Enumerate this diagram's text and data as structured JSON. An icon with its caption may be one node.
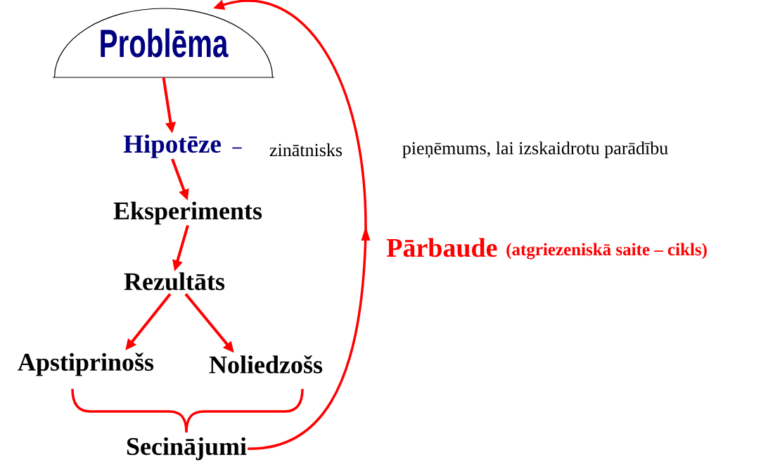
{
  "diagram": {
    "nodes": [
      {
        "text": [
          "Problēma"
        ]
      },
      {
        "text": [
          "Hipotēze"
        ],
        "beside": [
          "–",
          "zinātnisks",
          "pieņēmums, lai izskaidrotu parādību"
        ]
      },
      {
        "text": [
          "Eksperiments"
        ]
      },
      {
        "text": [
          "Rezultāts"
        ]
      },
      {
        "text": [
          "Apstiprinošs"
        ]
      },
      {
        "text": [
          "Noliedzošs"
        ]
      },
      {
        "text": [
          "Secinājumi"
        ]
      }
    ],
    "edges": [
      {
        "from": 0,
        "to": 1,
        "arrow": "to"
      },
      {
        "from": 1,
        "to": 2,
        "arrow": "to"
      },
      {
        "from": 2,
        "to": 3,
        "arrow": "to"
      },
      {
        "from": 3,
        "to": 4,
        "arrow": "to"
      },
      {
        "from": 3,
        "to": 5,
        "arrow": "to"
      },
      {
        "from": 6,
        "to": 0,
        "arrow": "to",
        "label": "Pārbaude"
      }
    ],
    "labels": [
      "(atgriezeniskā saite – cikls)"
    ]
  }
}
